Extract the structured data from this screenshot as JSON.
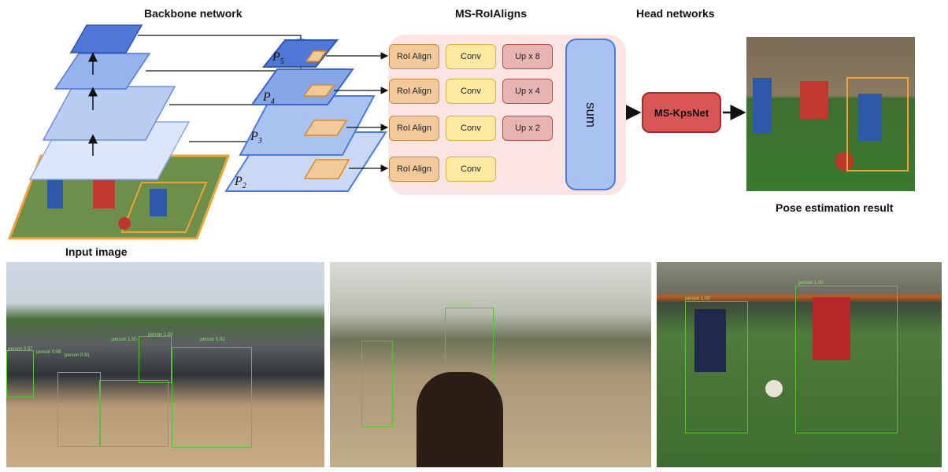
{
  "headings": {
    "backbone": "Backbone network",
    "msroialigns": "MS-RoIAligns",
    "head": "Head networks"
  },
  "captions": {
    "input": "Input image",
    "result": "Pose estimation result"
  },
  "pyramid_labels": {
    "p5": "P",
    "p5_sub": "5",
    "p4": "P",
    "p4_sub": "4",
    "p3": "P",
    "p3_sub": "3",
    "p2": "P",
    "p2_sub": "2"
  },
  "rows": [
    {
      "roi": "RoI Align",
      "conv": "Conv",
      "up": "Up x 8"
    },
    {
      "roi": "RoI Align",
      "conv": "Conv",
      "up": "Up x 4"
    },
    {
      "roi": "RoI Align",
      "conv": "Conv",
      "up": "Up x 2"
    },
    {
      "roi": "RoI Align",
      "conv": "Conv"
    }
  ],
  "sum_label": "sum",
  "kpsnet_label": "MS-KpsNet",
  "examples": {
    "baseball_tags": [
      "person 0.97",
      "person 0.96",
      "person 0.91",
      "person 1.00",
      "person 0.92",
      "person 1.00"
    ],
    "horse_tags": [
      "person 0.97"
    ],
    "soccer_tags": [
      "person 1.00",
      "person 1.00"
    ]
  },
  "colors": {
    "pyramid_dark": "#4f77d6",
    "pyramid_light": "#c9d8f5",
    "orange_frame": "#f0a23a",
    "box_fill": "#6f8ed9"
  }
}
